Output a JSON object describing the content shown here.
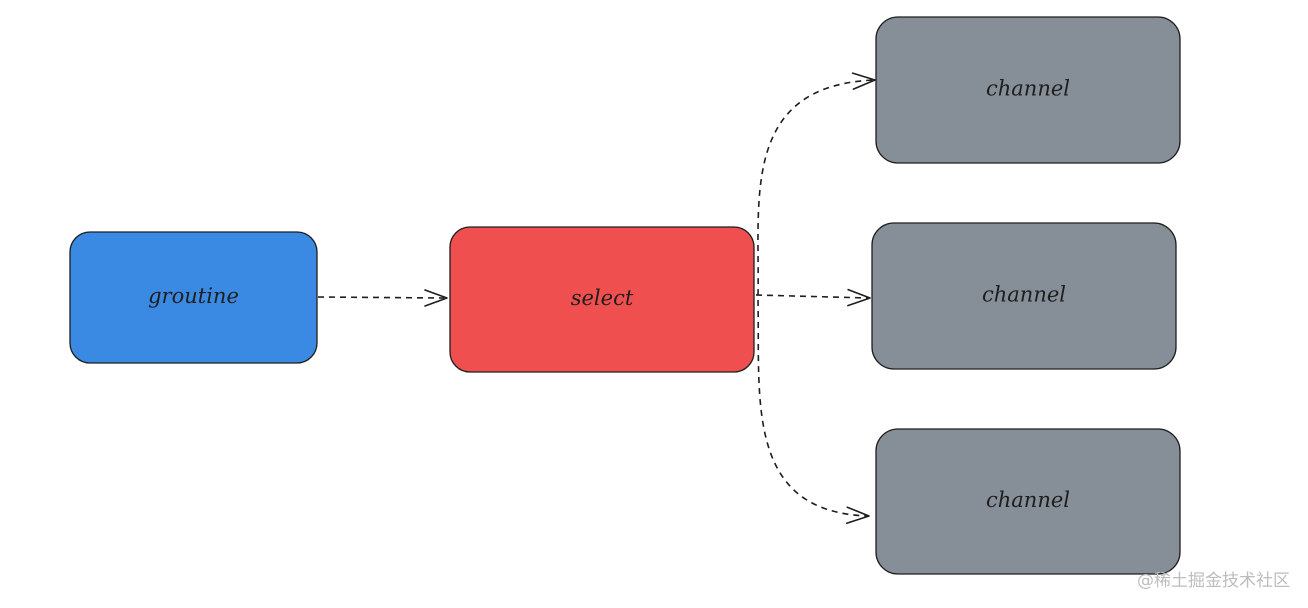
{
  "diagram": {
    "nodes": [
      {
        "id": "groutine",
        "label": "groutine",
        "color": "#3a8ae3"
      },
      {
        "id": "select",
        "label": "select",
        "color": "#ef4f4f"
      },
      {
        "id": "channel-top",
        "label": "channel",
        "color": "#868e97"
      },
      {
        "id": "channel-middle",
        "label": "channel",
        "color": "#868e97"
      },
      {
        "id": "channel-bottom",
        "label": "channel",
        "color": "#868e97"
      }
    ],
    "edges": [
      {
        "from": "groutine",
        "to": "select",
        "style": "dashed"
      },
      {
        "from": "select",
        "to": "channel-top",
        "style": "dashed"
      },
      {
        "from": "select",
        "to": "channel-middle",
        "style": "dashed"
      },
      {
        "from": "select",
        "to": "channel-bottom",
        "style": "dashed"
      }
    ]
  },
  "watermark": "@稀土掘金技术社区"
}
